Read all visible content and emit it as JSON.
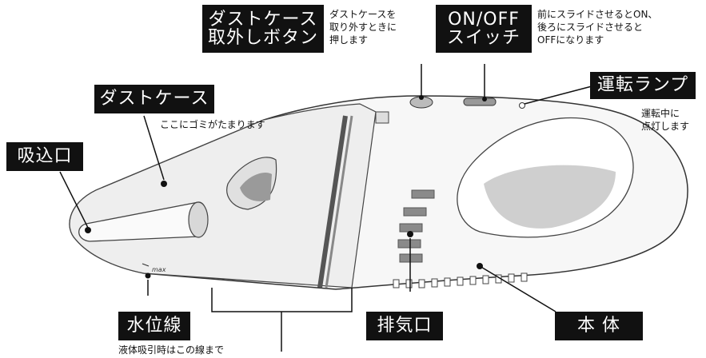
{
  "labels": {
    "dust_release": {
      "title": "ダストケース\n取外しボタン",
      "desc": "ダストケースを\n取り外すときに\n押します"
    },
    "switch": {
      "title": "ON/OFF\nスイッチ",
      "desc": "前にスライドさせるとON、\n後ろにスライドさせると\nOFFになります"
    },
    "lamp": {
      "title": "運転ランプ",
      "desc": "運転中に\n点灯します"
    },
    "dust_case": {
      "title": "ダストケース",
      "desc": "ここにゴミがたまります"
    },
    "intake": {
      "title": "吸込口"
    },
    "water_line": {
      "title": "水位線",
      "desc": "液体吸引時はこの線まで"
    },
    "exhaust": {
      "title": "排気口"
    },
    "body": {
      "title": "本 体"
    }
  },
  "marks": {
    "max": "max"
  },
  "colors": {
    "label_bg": "#111111",
    "label_fg": "#ffffff",
    "outline": "#333333"
  }
}
